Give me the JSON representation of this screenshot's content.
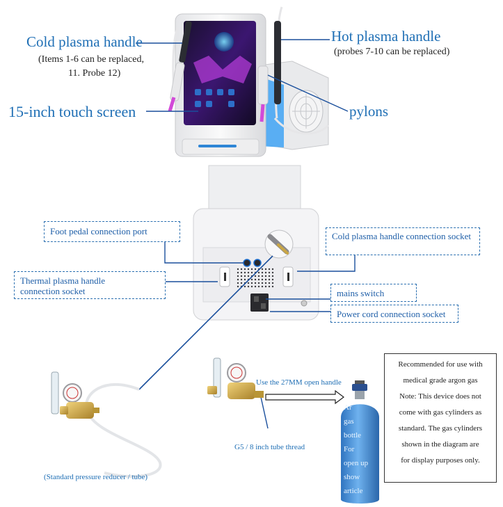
{
  "labels": {
    "cold_plasma_handle": "Cold plasma handle",
    "cold_items_line1": "(Items 1-6 can be replaced,",
    "cold_items_line2": "11. Probe 12)",
    "hot_plasma_handle": "Hot plasma handle",
    "hot_probes": "(probes 7-10 can be replaced)",
    "touch_screen": "15-inch touch screen",
    "pylons": "pylons",
    "foot_pedal_port": "Foot pedal connection port",
    "cold_socket": "Cold plasma handle connection socket",
    "thermal_socket_line1": "Thermal plasma handle",
    "thermal_socket_line2": "connection socket",
    "mains_switch": "mains switch",
    "power_cord_socket": "Power cord connection socket",
    "open_handle": "Use the 27MM open handle",
    "tube_thread": "G5 / 8 inch tube thread",
    "pressure_reducer": "(Standard pressure reducer / tube)"
  },
  "bottle": {
    "lines": [
      "Ar",
      "gas",
      "bottle",
      "For",
      "open up",
      "show",
      "article"
    ]
  },
  "note": {
    "lines": [
      "Recommended for use with",
      "medical grade argon gas",
      "Note: This device does not",
      "come with gas cylinders as",
      "standard. The gas cylinders",
      "shown in the diagram are",
      "for display purposes only."
    ]
  },
  "colors": {
    "accent_blue": "#1f6fb5",
    "connector_line": "#1a4f9c",
    "device_body": "#f2f2f4",
    "screen_purple": "#8a2fc0",
    "cylinder_blue": "#3f8fd8",
    "regulator_brass": "#c9a646"
  }
}
